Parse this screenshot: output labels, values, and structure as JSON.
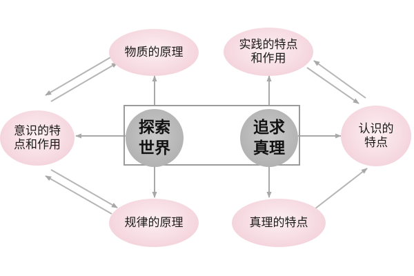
{
  "nodes": {
    "matter_principle": "物质的原理",
    "practice_features": "实践的特点\n和作用",
    "consciousness_features": "意识的特\n点和作用",
    "cognition_features": "认识的\n特点",
    "law_principle": "规律的原理",
    "truth_features": "真理的特点"
  },
  "hubs": {
    "explore_world": "探索\n世界",
    "pursue_truth": "追求\n真理"
  },
  "colors": {
    "node_fill": "#f6d9e1",
    "hub_fill": "#b3b3b3",
    "arrow": "#a8a8a8"
  }
}
